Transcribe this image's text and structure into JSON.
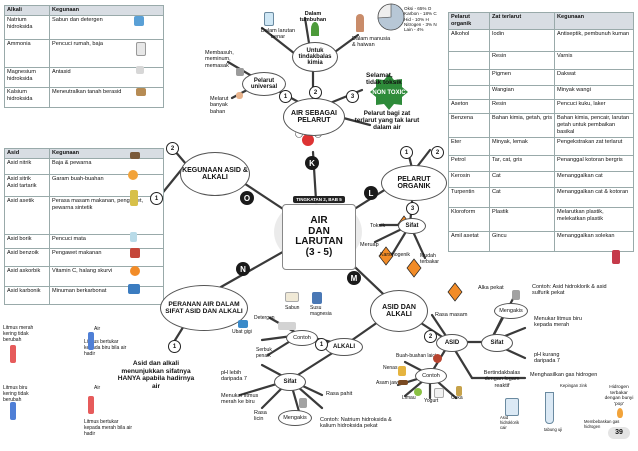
{
  "left_table1": {
    "headers": [
      "Alkali",
      "Kegunaan"
    ],
    "rows": [
      [
        "Natrium hidroksida",
        "Sabun dan detergen"
      ],
      [
        "Ammonia",
        "Pencuci rumah, baja"
      ],
      [
        "Magnesium hidroksida",
        "Antasid"
      ],
      [
        "Kalsium hidroksida",
        "Meneutralkan tanah berasid"
      ]
    ]
  },
  "left_table2": {
    "headers": [
      "Asid",
      "Kegunaan"
    ],
    "rows": [
      [
        "Asid nitrik",
        "Baja & pewarna"
      ],
      [
        "Asid sitrik\nAsid tartarik",
        "Garam buah-buahan"
      ],
      [
        "Asid asetik",
        "Perasa masam makanan, pengawet, pewarna sintetik"
      ],
      [
        "Asid borik",
        "Pencuci mata"
      ],
      [
        "Asid benzoik",
        "Pengawet makanan"
      ],
      [
        "Asid askorbik",
        "Vitamin C, halang skurvi"
      ],
      [
        "Asid karbonik",
        "Minuman berkarbonat"
      ]
    ]
  },
  "right_table": {
    "headers": [
      "Pelarut organik",
      "Zat terlarut",
      "Kegunaan"
    ],
    "rows": [
      [
        "Alkohol",
        "Iodin",
        "Antiseptik, pembunuh kuman"
      ],
      [
        "",
        "Resin",
        "Varnis"
      ],
      [
        "",
        "Pigmen",
        "Dakwat"
      ],
      [
        "",
        "Wangian",
        "Minyak wangi"
      ],
      [
        "Aseton",
        "Resin",
        "Pencuci kuku, laker"
      ],
      [
        "Benzena",
        "Bahan kimia, getah, gris",
        "Bahan kimia, pencair, larutan getah untuk pembaikan basikal"
      ],
      [
        "Eter",
        "Minyak, lemak",
        "Pengekstrakan zat terlarut"
      ],
      [
        "Petrol",
        "Tar, cat, gris",
        "Penanggal kotoran bergris"
      ],
      [
        "Kerosin",
        "Cat",
        "Menanggalkan cat"
      ],
      [
        "Turpentin",
        "Cat",
        "Menanggalkan cat & kotoran"
      ],
      [
        "Kloroform",
        "Plastik",
        "Melarutkan plastik, melekatkan plastik"
      ],
      [
        "Amil asetat",
        "Gincu",
        "Menanggalkan solekan"
      ]
    ]
  },
  "center": {
    "title_lines": [
      "AIR",
      "DAN",
      "LARUTAN",
      "(3 - 5)"
    ],
    "tag": "TINGKATAN 2, BAB 5"
  },
  "letters": {
    "k": "K",
    "l": "L",
    "o": "O",
    "m": "M",
    "n": "N"
  },
  "nodes": {
    "air_pelarut": "AIR SEBAGAI PELARUT",
    "kegunaan": "KEGUNAAN ASID & ALKALI",
    "pelarut_organik": "PELARUT ORGANIK",
    "peranan": "PERANAN AIR DALAM SIFAT ASID DAN ALKALI",
    "asid_alkali": "ASID DAN ALKALI",
    "alkali": "ALKALI",
    "asid": "ASID",
    "sifat1": "Sifat",
    "sifat2": "Sifat",
    "sifat3": "Sifat",
    "untuk": "Untuk tindakbalas kimia",
    "pelarut_universal": "Pelarut universal",
    "contoh1": "Contoh",
    "contoh2": "Contoh",
    "mengakis1": "Mengakis",
    "mengakis2": "Mengakis"
  },
  "labels": {
    "dalam_tumbuhan": "Dalam tumbuhan",
    "dalam_larutan_benar": "Dalam larutan benar",
    "dalam_manusia": "Dalam manusia & haiwan",
    "membasuh": "Membasuh, meminum, memasak",
    "melarut": "Melarut banyak bahan",
    "selamat": "Selamat, tidak toksik",
    "pelarut_bagi": "Pelarut bagi zat terlarut yang tak larut dalam air",
    "toksik": "Toksik",
    "meruap": "Meruap",
    "mudah": "Mudah terbakar",
    "karsinogenik": "Karsinogenik",
    "asid_dan_alkali_menunjukkan": "Asid dan alkali menunjukkan sifatnya HANYA apabila hadirnya air",
    "litmus_merah": "Litmus merah kering tidak berubah",
    "litmus_merah_tukar": "Litmus bertukar kepada biru bila air hadir",
    "litmus_biru": "Litmus biru kering tidak berubah",
    "litmus_biru_tukar": "Litmus bertukar kepada merah bila air hadir",
    "air1": "Air",
    "air2": "Air",
    "ph_lebih": "pH lebih daripada 7",
    "menukar_litmus_merah": "Menukar litmus merah ke biru",
    "rasa_licin": "Rasa licin",
    "rasa_pahit": "Rasa pahit",
    "contoh_natrium": "Contoh: Natrium hidroksida & kalium hidroksida pekat",
    "ubat_gigi": "Ubat gigi",
    "serbuk_penaik": "Serbuk penaik",
    "detergen": "Detergen",
    "sabun": "Sabun",
    "susu_magnesia": "Susu magnesia",
    "alka_pekat": "Alka pekat",
    "rasa_masam": "Rasa masam",
    "contoh_asid": "Contoh: Asid hidroklorik & asid sulfurik pekat",
    "menukar_biru": "Menukar litmus biru kepada merah",
    "ph_kurang": "pH kurang daripada 7",
    "buah_buahan": "Buah-buahan laici",
    "nenas": "Nenas",
    "asam_jawa": "Asam jawa",
    "limau": "Limau",
    "yogurt": "Yogurt",
    "cuka": "Cuka",
    "bertindakbalas": "Bertindakbalas dengan logam reaktif",
    "membebaskan": "Membebaskan gas hidrogen",
    "hidrogen_terbakar": "Hidrogen terbakar dengan bunyi 'pop'",
    "menghasilkan": "Menghasilkan gas hidrogen",
    "asid_hidroklorik": "Asid hidroklorik cair",
    "zink": "Kepingan zink",
    "tabung_uji": "tabung uji",
    "pie_info": "Oksi - 65% O\nKarbon - 18% C\nHid - 10% H\nNitrogen - 3% N\nLain - 4%",
    "page_number": "39"
  }
}
